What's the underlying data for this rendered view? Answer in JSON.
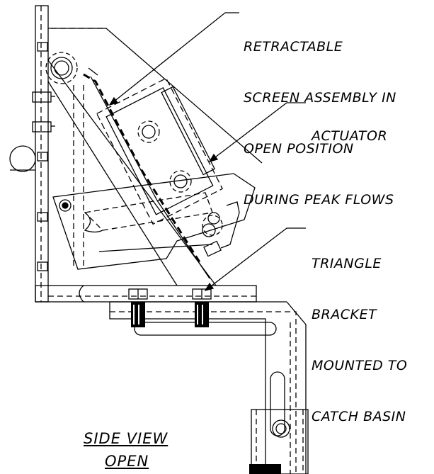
{
  "callouts": {
    "screen": {
      "line1": "RETRACTABLE",
      "line2": "SCREEN ASSEMBLY IN",
      "line3": "OPEN POSITION",
      "line4": "DURING PEAK FLOWS"
    },
    "actuator": {
      "line1": "ACTUATOR"
    },
    "bracket": {
      "line1": "TRIANGLE",
      "line2": "BRACKET",
      "line3": "MOUNTED TO",
      "line4": "CATCH BASIN"
    }
  },
  "view_title": {
    "line1": "SIDE VIEW",
    "line2": "OPEN"
  },
  "colors": {
    "ink": "#000000",
    "background": "#ffffff"
  }
}
